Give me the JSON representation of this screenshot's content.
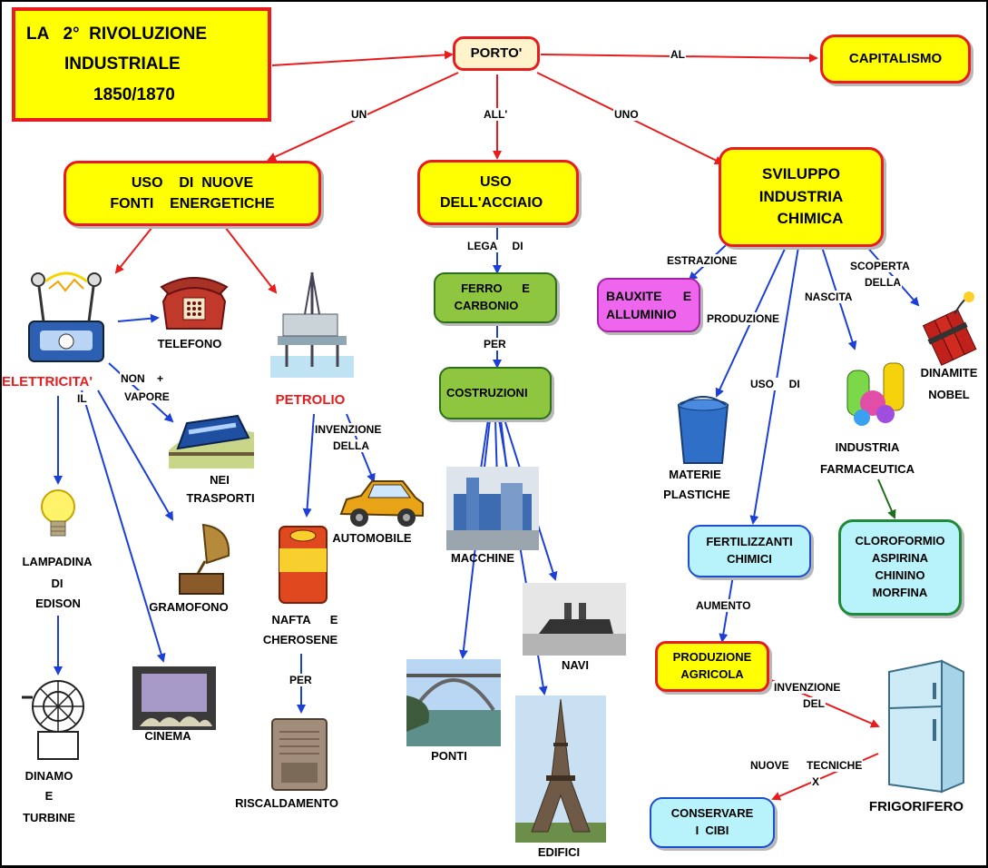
{
  "title": {
    "line1": "LA   2°  RIVOLUZIONE",
    "line2": "INDUSTRIALE",
    "line3": "1850/1870"
  },
  "porto": "PORTO'",
  "capitalismo": "CAPITALISMO",
  "nodes": {
    "fonti": {
      "line1": "USO    DI  NUOVE",
      "line2": "FONTI    ENERGETICHE"
    },
    "acciaio": {
      "line1": "USO",
      "line2": "DELL'ACCIAIO"
    },
    "chimica": {
      "line1": "SVILUPPO",
      "line2": "INDUSTRIA",
      "line3": "CHIMICA"
    },
    "ferro": {
      "line1": "FERRO      E",
      "line2": "CARBONIO"
    },
    "costruzioni": "COSTRUZIONI",
    "bauxite": {
      "line1": "BAUXITE      E",
      "line2": "ALLUMINIO"
    },
    "fertilizzanti": {
      "line1": "FERTILIZZANTI",
      "line2": "CHIMICI"
    },
    "produzione_agricola": {
      "line1": "PRODUZIONE",
      "line2": "AGRICOLA"
    },
    "farmaci": {
      "line1": "CLOROFORMIO",
      "line2": "ASPIRINA",
      "line3": "CHININO",
      "line4": "MORFINA"
    },
    "conservare": {
      "line1": "CONSERVARE",
      "line2": "I  CIBI"
    }
  },
  "labels": {
    "al": "AL",
    "un": "UN",
    "all": "ALL'",
    "uno": "UNO",
    "lega": "LEGA     DI",
    "per1": "PER",
    "estrazione": "ESTRAZIONE",
    "scoperta": "SCOPERTA",
    "della1": "DELLA",
    "nascita": "NASCITA",
    "produzione": "PRODUZIONE",
    "uso_di": "USO     DI",
    "non_plus": "NON    +",
    "il": "IL",
    "vapore": "VAPORE",
    "invenzione1": "INVENZIONE",
    "della2": "DELLA",
    "per2": "PER",
    "aumento": "AUMENTO",
    "invenzione2": "INVENZIONE",
    "del": "DEL",
    "nuove": "NUOVE",
    "tecniche": "TECNICHE",
    "x": "X"
  },
  "captions": {
    "elettricita": "ELETTRICITA'",
    "telefono": "TELEFONO",
    "nei": "NEI",
    "trasporti": "TRASPORTI",
    "lampadina1": "LAMPADINA",
    "lampadina2": "DI",
    "lampadina3": "EDISON",
    "gramofono": "GRAMOFONO",
    "dinamo1": "DINAMO",
    "dinamo2": "E",
    "dinamo3": "TURBINE",
    "cinema": "CINEMA",
    "petrolio": "PETROLIO",
    "automobile": "AUTOMOBILE",
    "nafta1": "NAFTA      E",
    "nafta2": "CHEROSENE",
    "riscaldamento": "RISCALDAMENTO",
    "macchine": "MACCHINE",
    "navi": "NAVI",
    "ponti": "PONTI",
    "edifici": "EDIFICI",
    "materie1": "MATERIE",
    "materie2": "PLASTICHE",
    "farmaceutica1": "INDUSTRIA",
    "farmaceutica2": "FARMACEUTICA",
    "dinamite1": "DINAMITE",
    "dinamite2": "NOBEL",
    "frigorifero": "FRIGORIFERO"
  },
  "colors": {
    "red_arrow": "#e81c1c",
    "blue_arrow": "#1c3fd6",
    "green_arrow": "#1e6e1e",
    "box_yellow": "#ffff00"
  },
  "icons": [
    "electric-device-icon",
    "telephone-icon",
    "oil-platform-icon",
    "train-icon",
    "car-icon",
    "lightbulb-icon",
    "gramophone-icon",
    "oil-can-icon",
    "dynamo-icon",
    "cinema-icon",
    "heater-icon",
    "machinery-icon",
    "ship-icon",
    "bridge-icon",
    "eiffel-tower-icon",
    "bucket-icon",
    "medicine-icon",
    "dynamite-icon",
    "refrigerator-icon"
  ]
}
